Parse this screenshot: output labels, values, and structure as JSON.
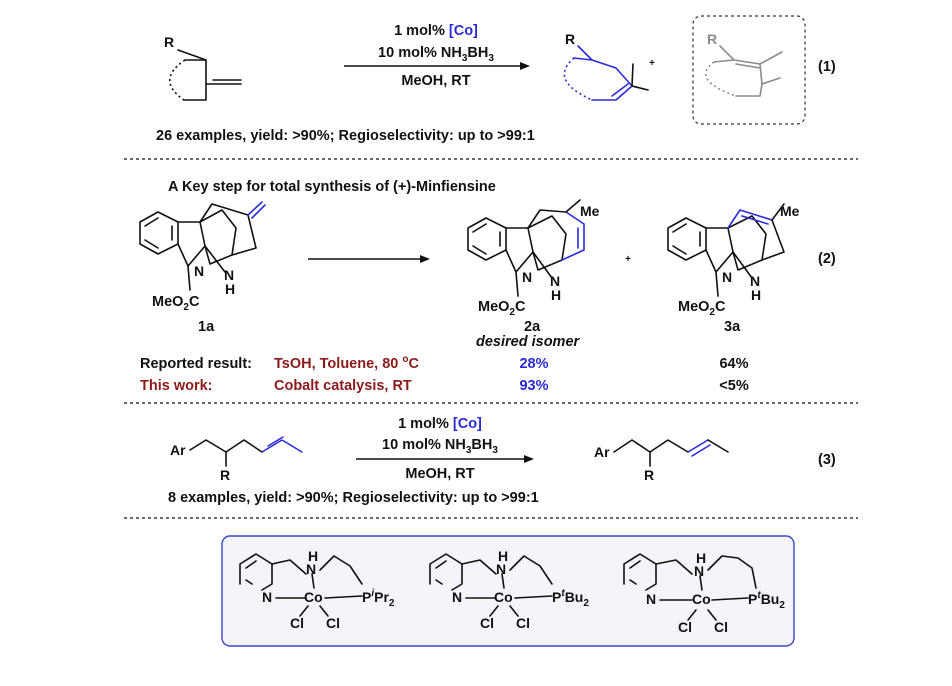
{
  "reaction1": {
    "reagent_line1_pre": "1 mol% ",
    "reagent_line1_co": "[Co]",
    "reagent_line2_pre": "10 mol% NH",
    "reagent_line2_sub1": "3",
    "reagent_line2_mid": "BH",
    "reagent_line2_sub2": "3",
    "conditions": "MeOH, RT",
    "plus": "+",
    "label_r": "R",
    "number": "(1)",
    "summary": "26 examples, yield: >90%; Regioselectivity: up to >99:1"
  },
  "reaction2": {
    "title": "A Key step for  total synthesis of (+)-Minfiensine",
    "me_label": "Me",
    "n_label": "N",
    "nh_n": "N",
    "nh_h": "H",
    "meo2c_pre": "MeO",
    "meo2c_sub": "2",
    "meo2c_post": "C",
    "label_1a": "1a",
    "label_2a": "2a",
    "label_3a": "3a",
    "desired": "desired isomer",
    "plus": "+",
    "number": "(2)",
    "reported_label": "Reported result:",
    "reported_cond_pre": "TsOH, Toluene, 80 ",
    "reported_cond_sup": "o",
    "reported_cond_post": "C",
    "reported_2a": "28%",
    "reported_3a": "64%",
    "thiswork_label": "This work:",
    "thiswork_cond": "Cobalt catalysis, RT",
    "thiswork_2a": "93%",
    "thiswork_3a": "<5%"
  },
  "reaction3": {
    "reagent_line1_pre": "1 mol% ",
    "reagent_line1_co": "[Co]",
    "reagent_line2_pre": "10 mol% NH",
    "reagent_line2_sub1": "3",
    "reagent_line2_mid": "BH",
    "reagent_line2_sub2": "3",
    "conditions": "MeOH, RT",
    "label_ar": "Ar",
    "label_r": "R",
    "number": "(3)",
    "summary": "8 examples, yield: >90%; Regioselectivity: up to >99:1"
  },
  "catalysts": {
    "n": "N",
    "h": "H",
    "co": "Co",
    "cl": "Cl",
    "p": "P",
    "cat1_sup": "i",
    "cat1_sub_pre": "Pr",
    "cat1_sub": "2",
    "cat23_sup": "t",
    "cat23_sub_pre": "Bu",
    "cat23_sub": "2"
  },
  "colors": {
    "blue": "#2b2bd6",
    "dark_red": "#8b1a1a",
    "grey": "#8c8c8c",
    "panel_border": "#3a46c4"
  }
}
